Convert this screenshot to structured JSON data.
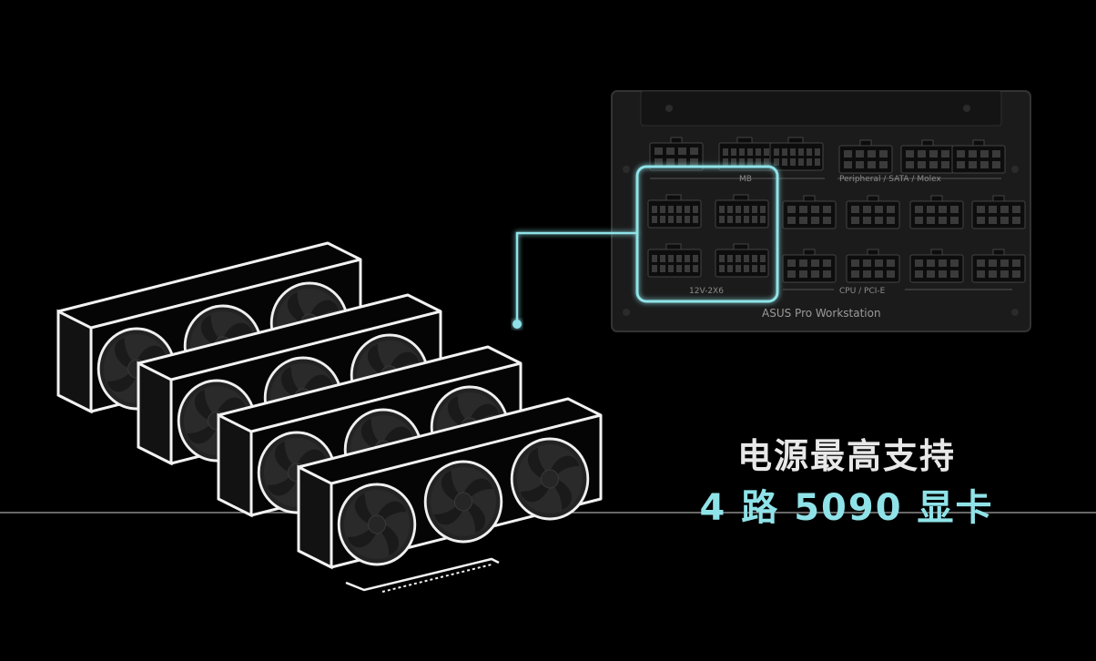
{
  "psu": {
    "brand_text": "ASUS Pro Workstation",
    "label_mb": "MB",
    "label_peripheral": "Peripheral / SATA / Molex",
    "label_12v": "12V-2X6",
    "label_cpu_pcie": "CPU / PCI-E"
  },
  "caption": {
    "line1": "电源最高支持",
    "line2": "4 路 5090 显卡"
  },
  "colors": {
    "background": "#000000",
    "highlight": "#8fe3e8",
    "psu_body": "#1b1b1b",
    "card_outline": "#f2f2f2"
  },
  "gpu_count": 4
}
